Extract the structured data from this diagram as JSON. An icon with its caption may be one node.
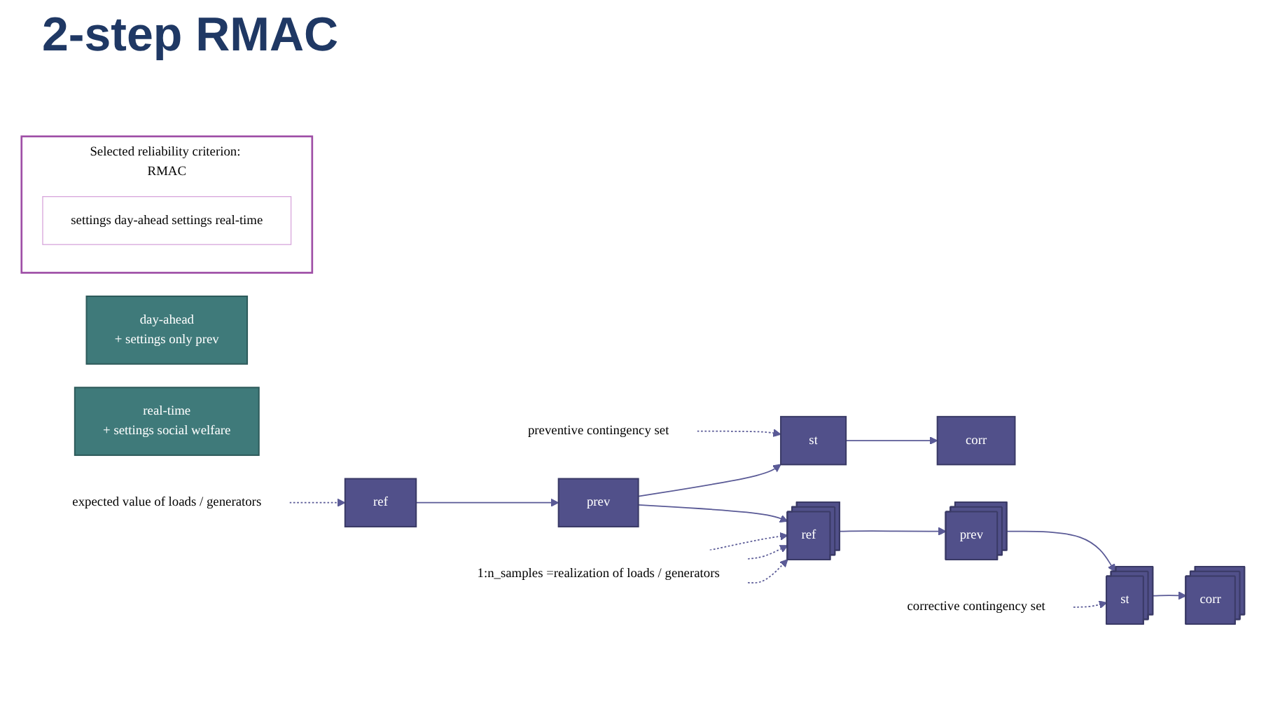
{
  "diagram": {
    "title": "2-step RMAC",
    "nodes": [
      {
        "text": [
          "Selected reliability criterion: RMAC"
        ]
      },
      {
        "text": [
          "settings day-ahead settings real-time"
        ],
        "in": 0
      },
      {
        "text": [
          "day-ahead",
          "+ settings only prev"
        ]
      },
      {
        "text": [
          "real-time",
          "+ settings social welfare"
        ]
      },
      {
        "text": [
          "expected value of loads / generators"
        ]
      },
      {
        "text": [
          "preventive contingency set"
        ]
      },
      {
        "text": [
          "ref"
        ]
      },
      {
        "text": [
          "prev"
        ]
      },
      {
        "text": [
          "st"
        ]
      },
      {
        "text": [
          "corr"
        ]
      },
      {
        "text": [
          "ref"
        ]
      },
      {
        "text": [
          "prev"
        ]
      },
      {
        "text": [
          "st"
        ]
      },
      {
        "text": [
          "corr"
        ]
      },
      {
        "text": [
          "1:n_samples =realization of loads / generators"
        ]
      },
      {
        "text": [
          "corrective contingency set"
        ]
      }
    ],
    "edges": [
      {
        "from": 4,
        "to": 6,
        "arrow": "to",
        "style": "dashed"
      },
      {
        "from": 6,
        "to": 7,
        "arrow": "to"
      },
      {
        "from": 7,
        "to": 8,
        "arrow": "to"
      },
      {
        "from": 5,
        "to": 8,
        "arrow": "to",
        "style": "dashed"
      },
      {
        "from": 8,
        "to": 9,
        "arrow": "to"
      },
      {
        "from": 7,
        "to": 10,
        "arrow": "to"
      },
      {
        "from": 10,
        "to": 11,
        "arrow": "to"
      },
      {
        "from": 11,
        "to": 12,
        "arrow": "to"
      },
      {
        "from": 12,
        "to": 13,
        "arrow": "to"
      },
      {
        "from": 14,
        "to": 10,
        "arrow": "to",
        "style": "dashed"
      },
      {
        "from": 14,
        "to": 10,
        "arrow": "to",
        "style": "dashed"
      },
      {
        "from": 14,
        "to": 10,
        "arrow": "to",
        "style": "dashed"
      },
      {
        "from": 15,
        "to": 12,
        "arrow": "to",
        "style": "dashed"
      }
    ]
  }
}
